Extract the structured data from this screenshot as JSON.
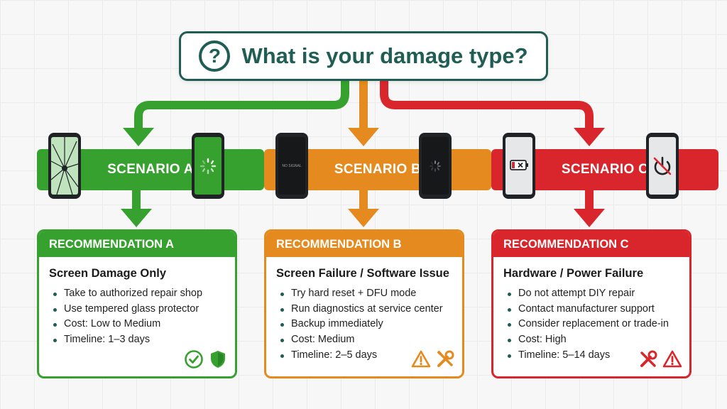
{
  "question": {
    "icon": "question-circle-icon",
    "text": "What is your damage type?"
  },
  "colors": {
    "a": "#37a12f",
    "b": "#e58a1f",
    "c": "#d9262c",
    "title": "#1f5d55"
  },
  "scenarios": [
    {
      "label": "SCENARIO A",
      "phones": [
        {
          "icon": "cracked-screen-phone-icon"
        },
        {
          "icon": "loading-spinner-phone-icon"
        }
      ],
      "recommendation": {
        "header": "RECOMMENDATION A",
        "title": "Screen Damage Only",
        "items": [
          "Take to authorized repair shop",
          "Use tempered glass protector",
          "Cost: Low to Medium",
          "Timeline: 1–3 days"
        ],
        "icons": [
          "check-circle-icon",
          "shield-check-icon"
        ]
      }
    },
    {
      "label": "SCENARIO B",
      "phones": [
        {
          "icon": "no-signal-phone-icon",
          "screen_text": "NO SIGNAL"
        },
        {
          "icon": "loading-spinner-phone-icon"
        }
      ],
      "recommendation": {
        "header": "RECOMMENDATION B",
        "title": "Screen Failure / Software Issue",
        "items": [
          "Try hard reset + DFU mode",
          "Run diagnostics at service center",
          "Backup immediately",
          "Cost: Medium",
          "Timeline: 2–5 days"
        ],
        "icons": [
          "warning-triangle-icon",
          "tools-icon"
        ]
      }
    },
    {
      "label": "SCENARIO C",
      "phones": [
        {
          "icon": "dead-battery-phone-icon"
        },
        {
          "icon": "power-off-phone-icon"
        }
      ],
      "recommendation": {
        "header": "RECOMMENDATION C",
        "title": "Hardware / Power Failure",
        "items": [
          "Do not attempt DIY repair",
          "Contact manufacturer support",
          "Consider replacement or trade-in",
          "Cost: High",
          "Timeline: 5–14 days"
        ],
        "icons": [
          "no-tools-icon",
          "warning-triangle-icon"
        ]
      }
    }
  ]
}
